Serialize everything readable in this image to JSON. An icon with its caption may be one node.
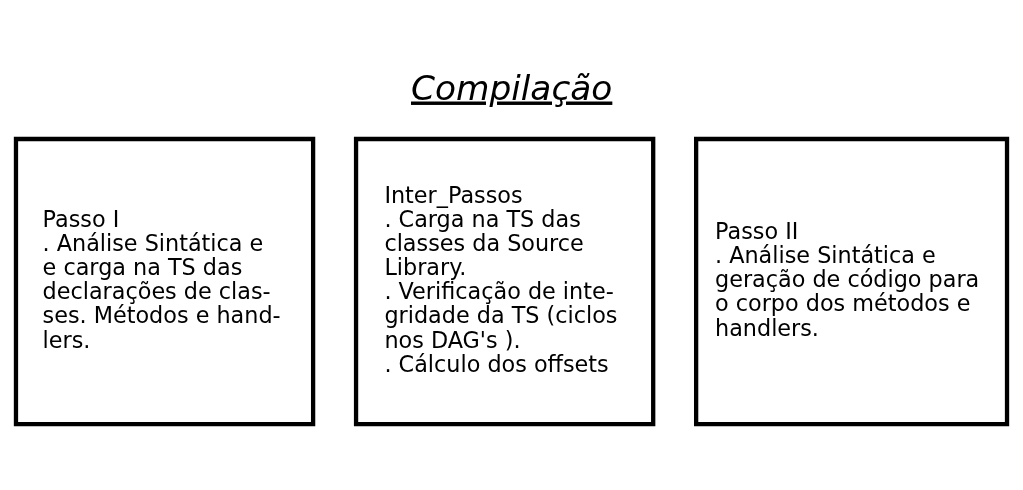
{
  "diagram": {
    "title": "Compilação",
    "nodes": [
      {
        "text": [
          "Passo I",
          ". Análise Sintática e e carga na TS das declarações de clas- ses. Métodos e hand- lers."
        ]
      },
      {
        "text": [
          "Inter_Passos",
          ". Carga na TS das classes da Source Library.",
          ". Verificação de inte- gridade da TS (ciclos nos DAG's ).",
          ". Cálculo dos offsets"
        ]
      },
      {
        "text": [
          "Passo II",
          ". Análise Sintática e geração de código para o corpo dos métodos e handlers."
        ]
      }
    ]
  }
}
